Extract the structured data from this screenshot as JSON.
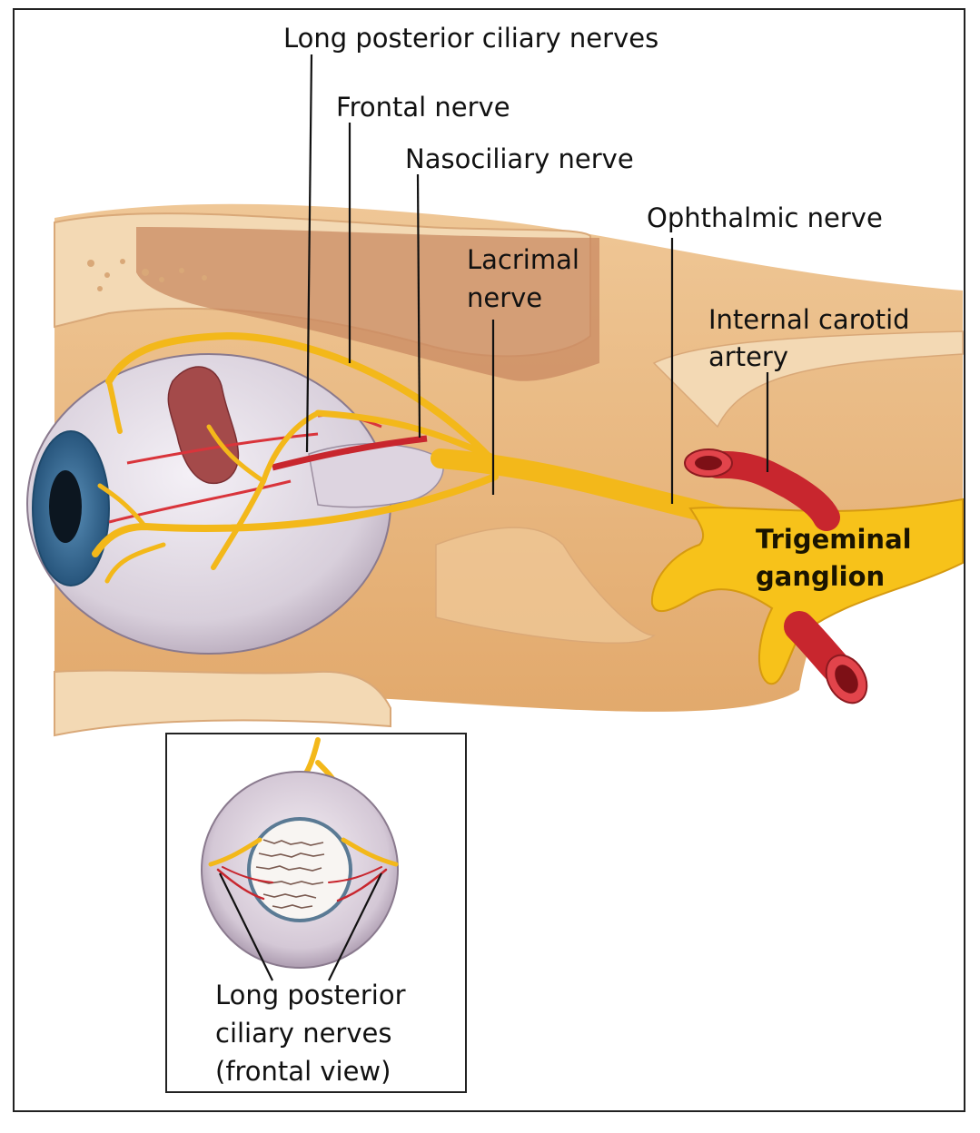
{
  "labels": {
    "long_posterior_ciliary": "Long posterior ciliary nerves",
    "frontal": "Frontal nerve",
    "nasociliary": "Nasociliary nerve",
    "ophthalmic": "Ophthalmic nerve",
    "lacrimal_1": "Lacrimal",
    "lacrimal_2": "nerve",
    "internal_carotid_1": "Internal carotid",
    "internal_carotid_2": "artery",
    "trigeminal_1": "Trigeminal",
    "trigeminal_2": "ganglion"
  },
  "inset": {
    "caption_1": "Long posterior",
    "caption_2": "ciliary nerves",
    "caption_3": "(frontal view)"
  },
  "colors": {
    "background_tissue": "#e8b77f",
    "bone": "#f3d9b4",
    "muscle": "#c98a62",
    "nerve": "#f7c21a",
    "artery": "#c8262e",
    "eyeball": "#d9d2dc",
    "iris": "#3c6f9a"
  }
}
